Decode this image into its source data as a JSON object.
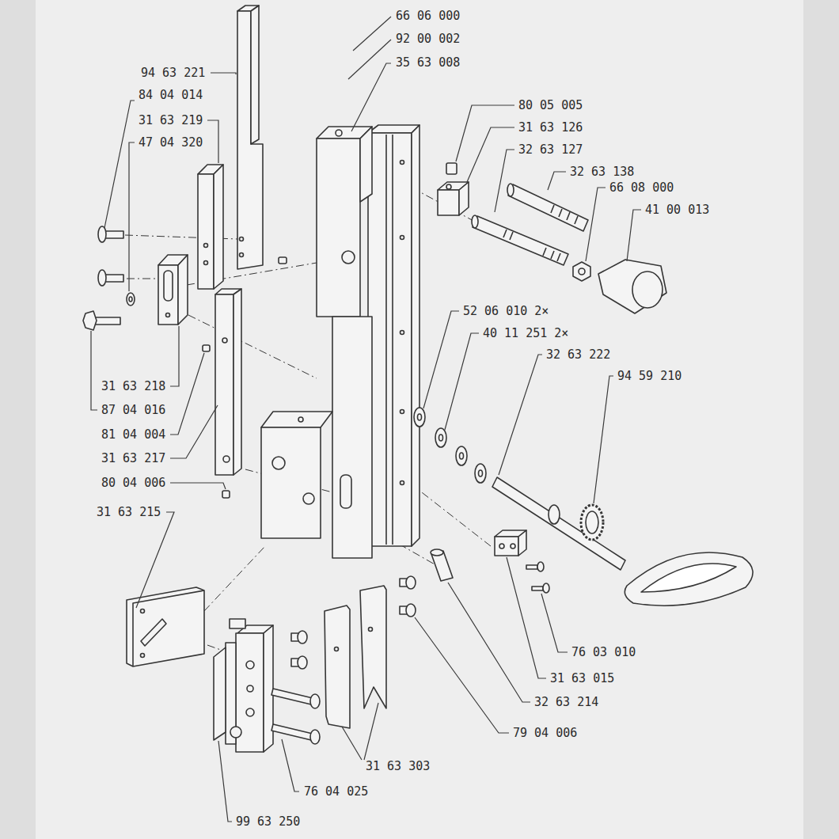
{
  "diagram": {
    "labels": [
      "66 06 000",
      "92 00 002",
      "35 63 008",
      "94 63 221",
      "84 04 014",
      "31 63 219",
      "47 04 320",
      "80 05 005",
      "31 63 126",
      "32 63 127",
      "32 63 138",
      "66 08 000",
      "41 00 013",
      "52 06 010 2×",
      "40 11 251 2×",
      "32 63 222",
      "94 59 210",
      "31 63 218",
      "87 04 016",
      "81 04 004",
      "31 63 217",
      "80 04 006",
      "31 63 215",
      "76 03 010",
      "31 63 015",
      "32 63 214",
      "79 04 006",
      "31 63 303",
      "76 04 025",
      "99 63 250"
    ]
  }
}
